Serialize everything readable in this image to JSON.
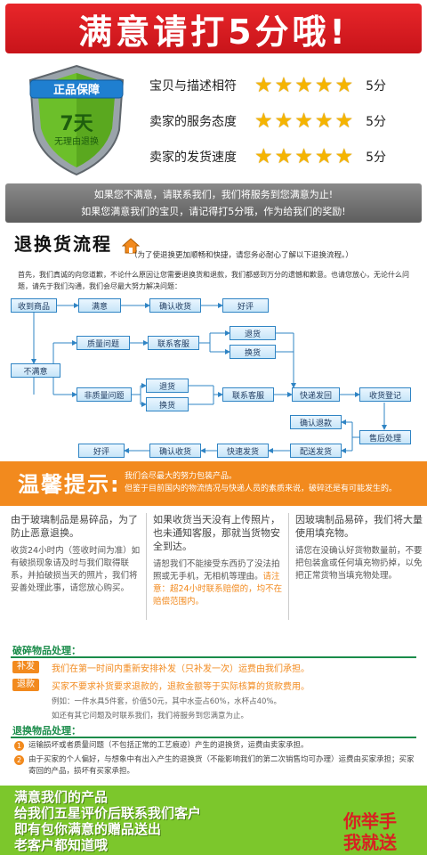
{
  "banner": {
    "title": "满意请打5分哦!"
  },
  "shield": {
    "top": "正品保障",
    "middle": "7天",
    "bottom": "无理由退换"
  },
  "ratings": [
    {
      "label": "宝贝与描述相符",
      "stars": 5,
      "score": "5分"
    },
    {
      "label": "卖家的服务态度",
      "stars": 5,
      "score": "5分"
    },
    {
      "label": "卖家的发货速度",
      "stars": 5,
      "score": "5分"
    }
  ],
  "star_char": "★",
  "notice": {
    "line1": "如果您不满意，请联系我们，我们将服务到您满意为止!",
    "line2": "如果您满意我们的宝贝，请记得打5分哦，作为给我们的奖励!"
  },
  "flow": {
    "title": "退换货流程",
    "subtitle": "（为了使退换更加顺畅和快捷，请您务必耐心了解以下退换流程。）",
    "intro": "首先，我们真诚的向您道歉，不论什么原因让您需要退换货和退款，我们都感到万分的遗憾和歉意。也请您放心，无论什么问题，请先于我们沟通，我们会尽最大努力解决问题：",
    "nodes": {
      "receive": "收到商品",
      "satisfied": "满意",
      "confirm1": "确认收货",
      "good_review": "好评",
      "quality": "质量问题",
      "cs1": "联系客服",
      "refund1": "退货",
      "exchange1": "换货",
      "unsatisfied": "不满意",
      "non_quality": "非质量问题",
      "refund2": "退货",
      "exchange2": "换货",
      "cs2": "联系客服",
      "ship_back": "快递发回",
      "receipt": "收货登记",
      "confirm_refund": "确认退款",
      "after_sale": "售后处理",
      "good_review2": "好评",
      "confirm2": "确认收货",
      "fast_ship": "快速发货",
      "dispatch": "配送发货"
    }
  },
  "tips": {
    "title": "温馨提示:",
    "line1": "我们会尽最大的努力包装产品。",
    "line2": "但鉴于目前国内的物流情况与快递人员的素质来说，破碎还是有可能发生的。"
  },
  "columns": [
    {
      "lead": "由于玻璃制品是易碎品，为了防止恶意退换。",
      "body": "收货24小时内（签收时间为准）如有破损现象请及时与我们取得联系，并拍破损当天的照片，我们将妥善处理此事，请您放心购买。",
      "highlight": ""
    },
    {
      "lead": "如果收货当天没有上传照片，也未通知客服，那就当货物安全到达。",
      "body": "请恕我们不能接受东西扔了没法拍照或无手机，无相机等理由。",
      "highlight": "请注意：超24小时联系赔偿的，均不在赔偿范围内。"
    },
    {
      "lead": "因玻璃制品易碎，我们将大量使用填充物。",
      "body": "请您在没确认好货物数量前，不要把包装盒或任何填充物扔掉，以免把正常货物当填充物处理。",
      "highlight": ""
    }
  ],
  "broken": {
    "title": "破碎物品处理：",
    "tag1": "补发",
    "text1": "我们在第一时间内重新安排补发（只补发一次）运费由我们承担。",
    "tag2": "退款",
    "text2": "买家不要求补货要求退款的，退款金额等于实际核算的货款费用。",
    "example": "例如：一件水具5件套，价值50元，其中水壶占60%，水杯占40%。",
    "note": "如还有其它问题及时联系我们，我们将服务到您满意为止。"
  },
  "exchange": {
    "title": "退换物品处理：",
    "item1": "运输损坏或者质量问题（不包括正常的工艺痕迹）产生的退换货，运费由卖家承担。",
    "item2": "由于买家的个人偏好，与想象中有出入产生的退换货（不能影响我们的第二次销售均可办理）运费由买家承担；买家寄回的产品，损坏有买家承担。"
  },
  "footer": {
    "line1": "满意我们的产品",
    "line2": "给我们五星评价后联系我们客户",
    "line3": "即有包你满意的赠品送出",
    "line4": "老客户都知道哦",
    "right1": "你举手",
    "right2": "我就送"
  },
  "colors": {
    "red": "#d7191f",
    "orange": "#f28a1e",
    "green": "#1a8c4a",
    "blue": "#2f84c4",
    "star": "#f5b400"
  }
}
